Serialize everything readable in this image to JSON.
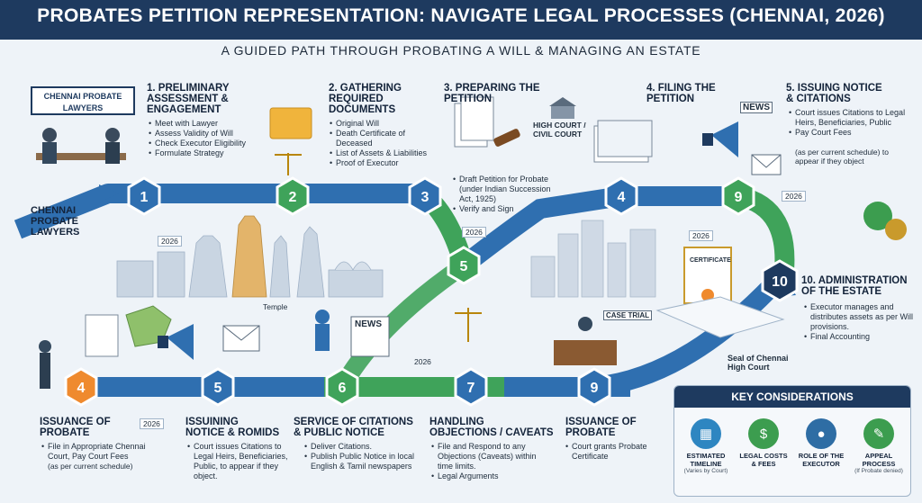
{
  "header": {
    "title": "PROBATES PETITION REPRESENTATION: NAVIGATE LEGAL PROCESSES (CHENNAI, 2026)",
    "subtitle": "A GUIDED PATH THROUGH PROBATING A WILL & MANAGING AN ESTATE"
  },
  "sign": {
    "line1": "CHENNAI PROBATE",
    "line2": "LAWYERS"
  },
  "brand": {
    "line1": "CHENNAI",
    "line2": "PROBATE",
    "line3": "LAWYERS"
  },
  "top_steps": [
    {
      "title1": "1. PRELIMINARY",
      "title2": "ASSESSMENT &",
      "title3": "ENGAGEMENT",
      "bullets": [
        "Meet with Lawyer",
        "Assess Validity of Will",
        "Check Executor Eligibility",
        "Formulate Strategy"
      ]
    },
    {
      "title1": "2. GATHERING",
      "title2": "REQUIRED",
      "title3": "DOCUMENTS",
      "bullets": [
        "Original Will",
        "Death Certificate of Deceased",
        "List of Assets & Liabilities",
        "Proof of Executor"
      ]
    },
    {
      "title1": "3. PREPARING THE",
      "title2": "PETITION",
      "title3": "",
      "bullets": [
        "Draft Petition for Probate (under Indian Succession Act, 1925)",
        "Verify and Sign"
      ]
    },
    {
      "title1": "4. FILING THE",
      "title2": "PETITION",
      "title3": "",
      "bullets": []
    },
    {
      "title1": "5. ISSUING NOTICE",
      "title2": "& CITATIONS",
      "title3": "",
      "bullets": [
        "Court issues Citations to Legal Heirs, Beneficiaries, Public",
        "Pay Court Fees"
      ],
      "note": "(as per current schedule) to appear if they object"
    }
  ],
  "court_label": {
    "line1": "HIGH COURT /",
    "line2": "CIVIL COURT"
  },
  "step10": {
    "title1": "10. ADMINISTRATION",
    "title2": "OF THE ESTATE",
    "bullets": [
      "Executor manages and distributes assets as per Will provisions.",
      "Final Accounting"
    ]
  },
  "bottom_steps": [
    {
      "title1": "ISSUANCE OF",
      "title2": "PROBATE",
      "bullets": [
        "File in Appropriate Chennai Court, Pay Court Fees"
      ],
      "note": "(as per current schedule)"
    },
    {
      "title1": "ISSUINING",
      "title2": "NOTICE & ROMIDS",
      "bullets": [
        "Court issues Citations to Legal Heirs, Beneficiaries, Public, to appear if they object."
      ]
    },
    {
      "title1": "SERVICE OF CITATIONS",
      "title2": "& PUBLIC NOTICE",
      "bullets": [
        "Deliver Citations.",
        "Publish Public Notice in local English & Tamil newspapers"
      ]
    },
    {
      "title1": "HANDLING",
      "title2": "OBJECTIONS / CAVEATS",
      "bullets": [
        "File and Respond to any Objections (Caveats) within time limits.",
        "Legal Arguments"
      ]
    },
    {
      "title1": "ISSUANCE OF",
      "title2": "PROBATE",
      "bullets": [
        "Court grants Probate Certificate"
      ]
    }
  ],
  "nodes": {
    "n1": "1",
    "n2": "2",
    "n3": "3",
    "n5": "5",
    "n4": "4",
    "n9": "9",
    "n10": "10",
    "b4": "4",
    "b5": "5",
    "b6": "6",
    "b7": "7",
    "b9": "9"
  },
  "labels": {
    "year": "2026",
    "temple": "Temple",
    "news": "NEWS",
    "case_trial": "CASE TRIAL",
    "certificate": "CERTIFICATE",
    "seal1": "Seal of Chennai",
    "seal2": "High Court"
  },
  "key": {
    "title": "KEY CONSIDERATIONS",
    "items": [
      {
        "label1": "ESTIMATED",
        "label2": "TIMELINE",
        "note": "(Varies by Court)",
        "icon": "calendar-icon",
        "color": "#2e86c1"
      },
      {
        "label1": "LEGAL COSTS",
        "label2": "& FEES",
        "note": "",
        "icon": "money-icon",
        "color": "#3c9d4f"
      },
      {
        "label1": "ROLE OF THE",
        "label2": "EXECUTOR",
        "note": "",
        "icon": "person-icon",
        "color": "#2e6da4"
      },
      {
        "label1": "APPEAL",
        "label2": "PROCESS",
        "note": "(If Probate denied)",
        "icon": "document-icon",
        "color": "#3c9d4f"
      }
    ]
  },
  "colors": {
    "navy": "#1e3a5f",
    "blue": "#2f6fb0",
    "green": "#3fa35a",
    "orange": "#ef8a2e",
    "teal": "#2a8aa8"
  }
}
